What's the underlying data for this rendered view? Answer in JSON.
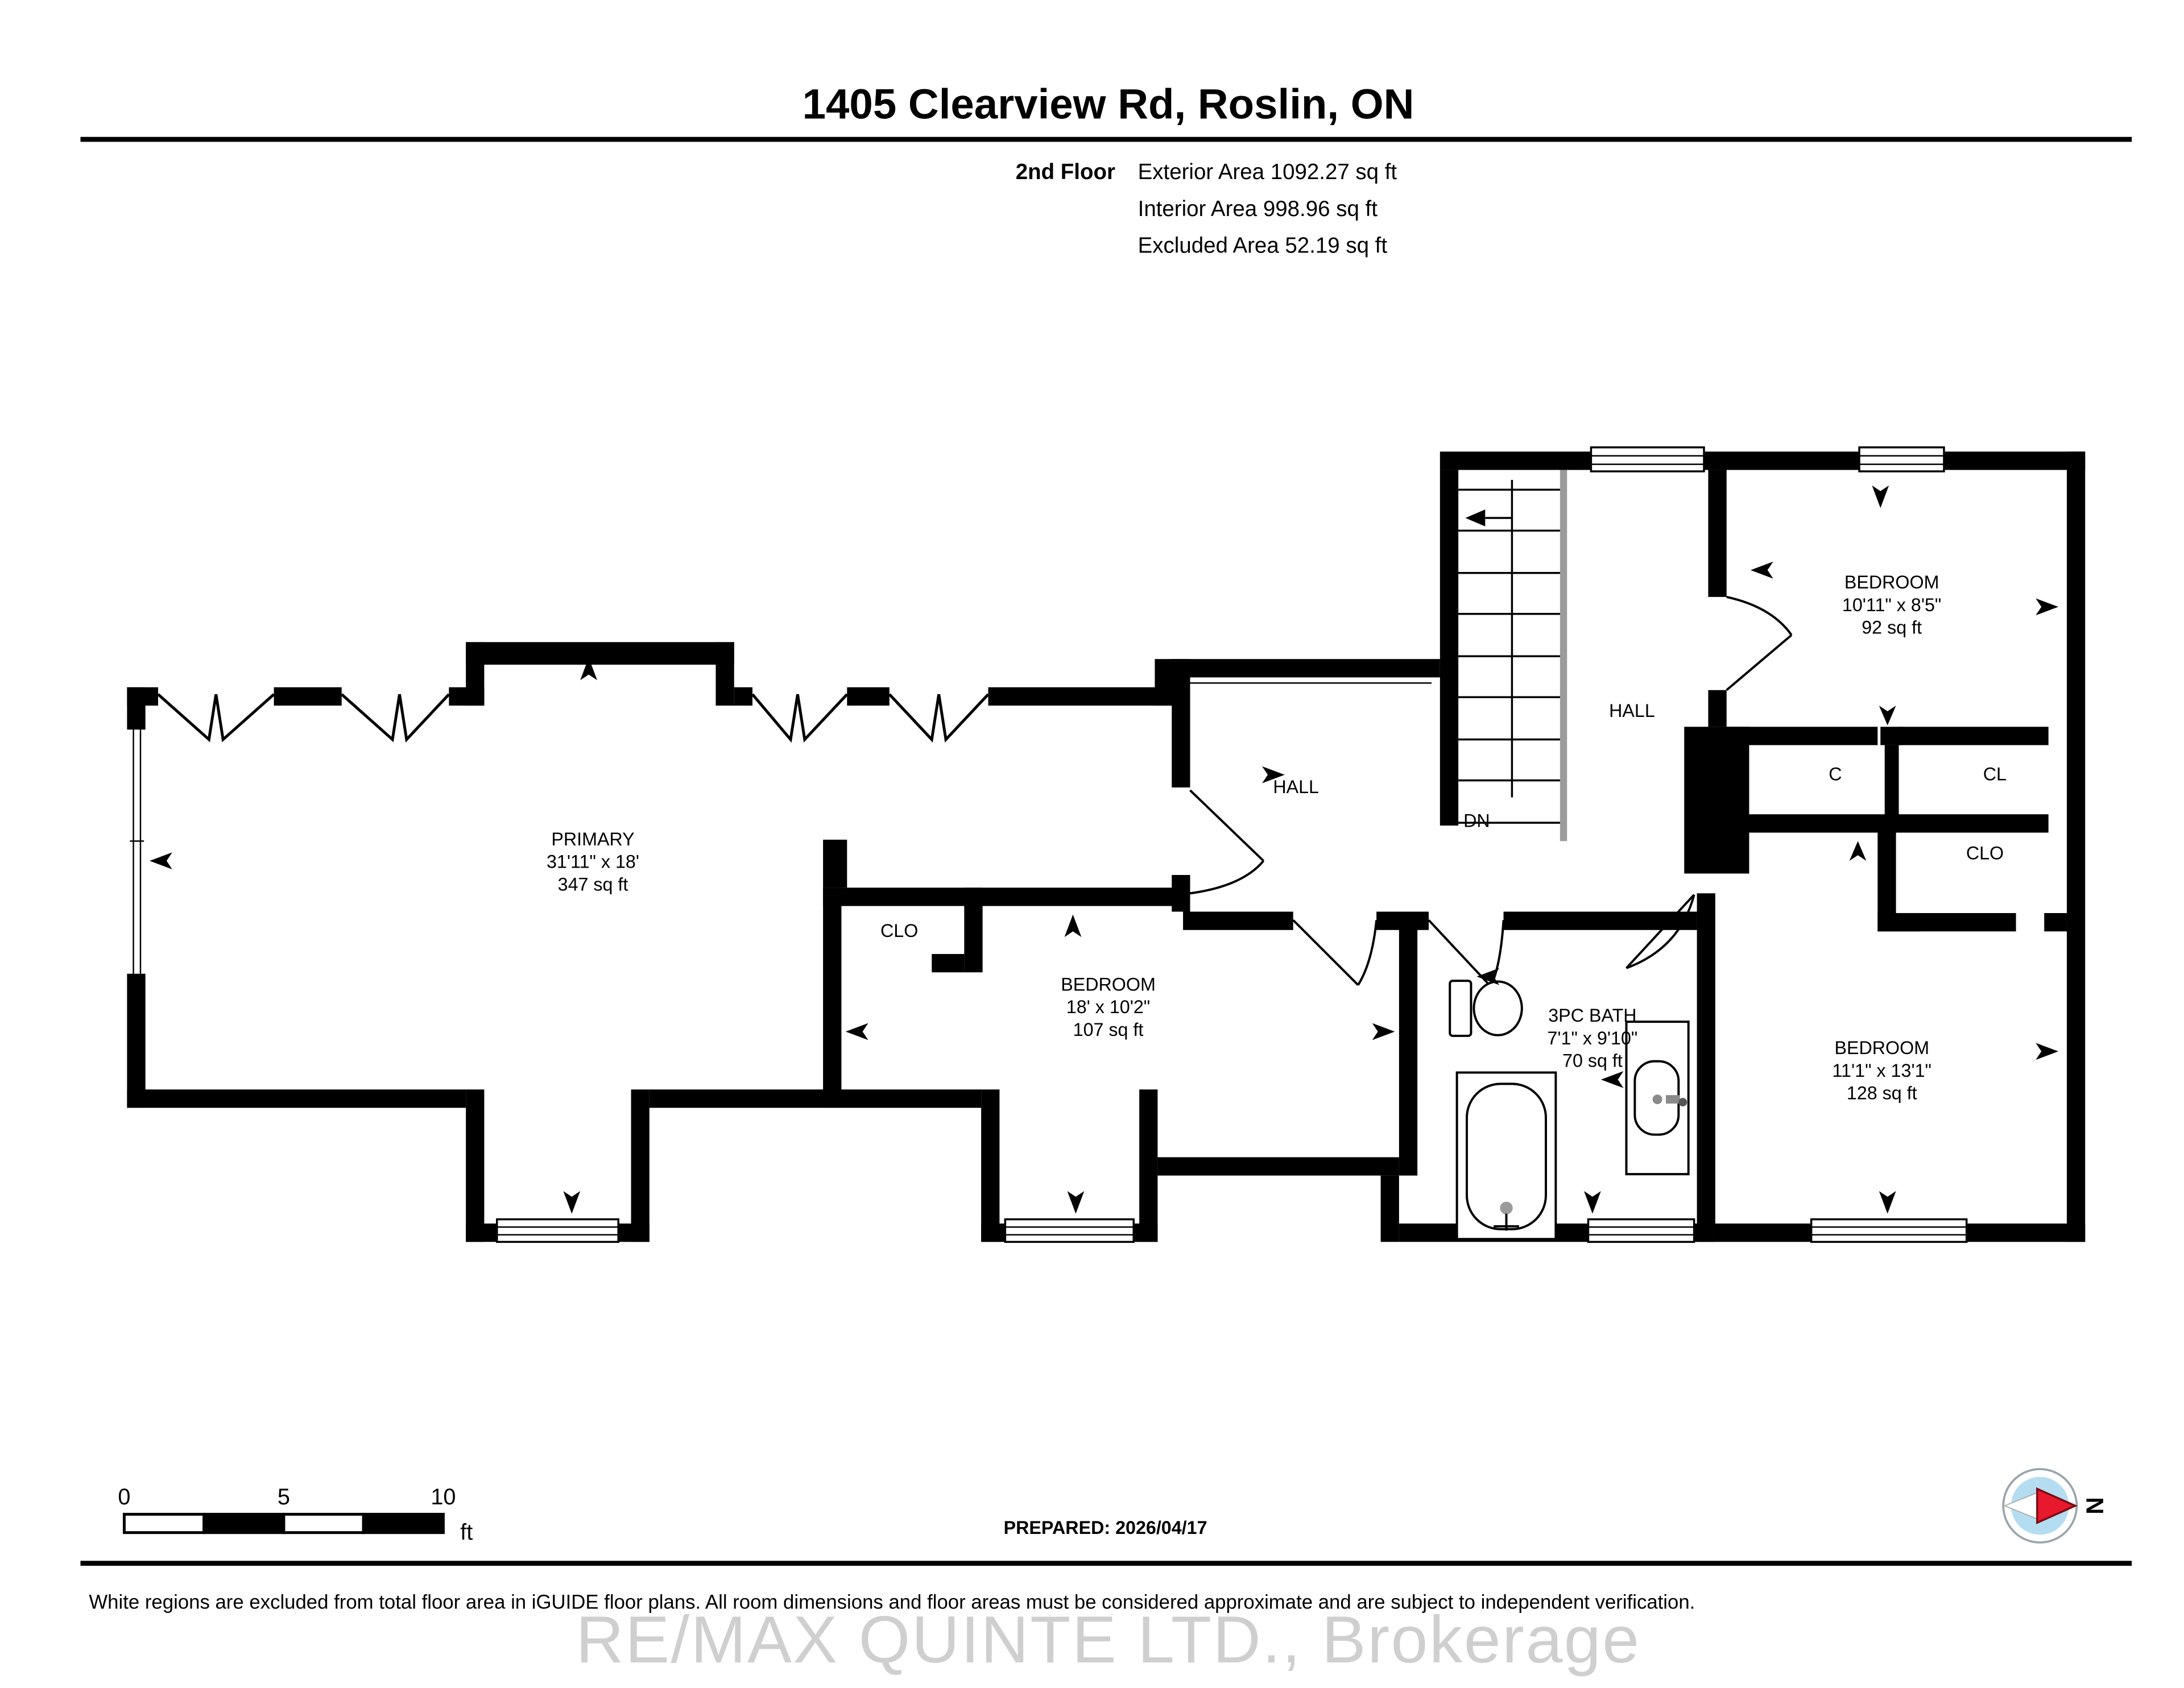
{
  "header": {
    "title": "1405 Clearview Rd, Roslin, ON",
    "floor_label": "2nd Floor",
    "stats": [
      "Exterior Area 1092.27 sq ft",
      "Interior Area 998.96 sq ft",
      "Excluded Area 52.19 sq ft"
    ]
  },
  "plan": {
    "rooms": {
      "primary": {
        "name": "PRIMARY",
        "dims": "31'11\" x 18'",
        "area": "347 sq ft"
      },
      "bedroom_mid": {
        "name": "BEDROOM",
        "dims": "18' x 10'2\"",
        "area": "107 sq ft"
      },
      "bath": {
        "name": "3PC BATH",
        "dims": "7'1\" x 9'10\"",
        "area": "70 sq ft"
      },
      "bedroom_top_right": {
        "name": "BEDROOM",
        "dims": "10'11\" x 8'5\"",
        "area": "92 sq ft"
      },
      "bedroom_bottom_right": {
        "name": "BEDROOM",
        "dims": "11'1\" x 13'1\"",
        "area": "128 sq ft"
      },
      "hall_left": "HALL",
      "hall_right": "HALL",
      "closet_mid": "CLO",
      "closet_c": "C",
      "closet_cl": "CL",
      "closet_clo_right": "CLO",
      "stairs_down": "DN"
    }
  },
  "footer": {
    "scale": {
      "start": "0",
      "mid": "5",
      "end": "10",
      "unit": "ft"
    },
    "prepared": "PREPARED: 2026/04/17",
    "compass_north": "N",
    "disclaimer": "White regions are excluded from total floor area in iGUIDE floor plans. All room dimensions and floor areas must be considered approximate and are subject to independent verification.",
    "watermark": "RE/MAX QUINTE LTD., Brokerage"
  },
  "colors": {
    "wall": "#000000",
    "compass_blue": "#b5ddf1",
    "compass_red": "#e8192c",
    "watermark_gray": "#c7c7c7",
    "stair_rail_gray": "#9b9b9b"
  }
}
